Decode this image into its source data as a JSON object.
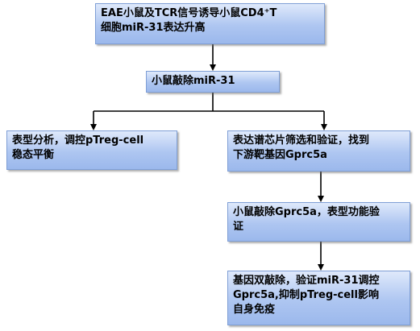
{
  "flowchart": {
    "nodes": {
      "eae": "EAE小鼠及TCR信号诱导小鼠CD4⁺T\n细胞miR-31表达升高",
      "ko_mir31": "小鼠敲除miR-31",
      "phenotype": "表型分析，调控pTreg-cell\n稳态平衡",
      "microarray": "表达谱芯片筛选和验证，找到\n下游靶基因Gprc5a",
      "ko_gprc5a": "小鼠敲除Gprc5a，表型功能验\n证",
      "double_ko": "基因双敲除，验证miR-31调控\nGprc5a,抑制pTreg-cell影响\n自身免疫"
    }
  }
}
